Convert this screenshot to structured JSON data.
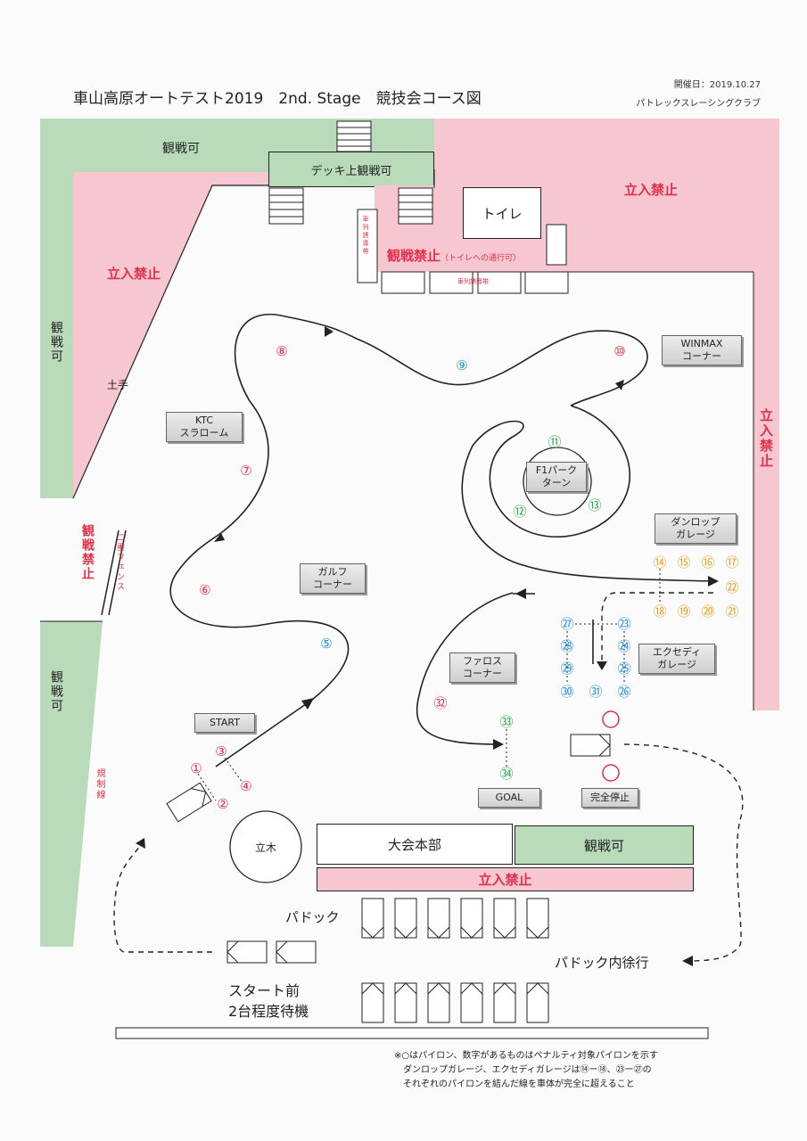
{
  "header": {
    "title": "車山高原オートテスト2019　2nd. Stage　競技会コース図",
    "date": "開催日：2019.10.27",
    "organizer": "パトレックスレーシングクラブ"
  },
  "zones": {
    "spectate_top": "観戦可",
    "deck": "デッキ上観戦可",
    "toilet": "トイレ",
    "no_entry_top_right": "立入禁止",
    "no_entry_left": "立入禁止",
    "spectate_left_top": "観戦可",
    "embankment": "土手",
    "no_spectate_top": "観戦禁止",
    "toilet_passage": "（トイレへの通行可）",
    "rope_vertical": "車列誘導帯",
    "rope_horizontal": "車列誘導帯",
    "no_entry_right": "立入禁止",
    "no_spectate_left": "観戦禁止",
    "double_fence": "二重フェンス",
    "spectate_left_bottom": "観戦可",
    "regulation_line": "規制線",
    "tree": "立木",
    "hq": "大会本部",
    "spectate_bottom": "観戦可",
    "no_entry_bottom": "立入禁止",
    "paddock": "パドック",
    "paddock_slow": "パドック内徐行",
    "waiting_line1": "スタート前",
    "waiting_line2": "2台程度待機"
  },
  "signs": {
    "ktc": [
      "KTC",
      "スラローム"
    ],
    "winmax": [
      "WINMAX",
      "コーナー"
    ],
    "f1": [
      "F1パーク",
      "ターン"
    ],
    "dunlop": [
      "ダンロップ",
      "ガレージ"
    ],
    "gulf": [
      "ガルフ",
      "コーナー"
    ],
    "pharos": [
      "ファロス",
      "コーナー"
    ],
    "exedy": [
      "エクセディ",
      "ガレージ"
    ],
    "start": "START",
    "goal": "GOAL",
    "full_stop": "完全停止"
  },
  "pylons": [
    {
      "n": "①",
      "c": "red"
    },
    {
      "n": "②",
      "c": "red"
    },
    {
      "n": "③",
      "c": "red"
    },
    {
      "n": "④",
      "c": "red"
    },
    {
      "n": "⑤",
      "c": "blue"
    },
    {
      "n": "⑥",
      "c": "red"
    },
    {
      "n": "⑦",
      "c": "red"
    },
    {
      "n": "⑧",
      "c": "red"
    },
    {
      "n": "⑨",
      "c": "blue"
    },
    {
      "n": "⑩",
      "c": "red"
    },
    {
      "n": "⑪",
      "c": "green"
    },
    {
      "n": "⑫",
      "c": "green"
    },
    {
      "n": "⑬",
      "c": "green"
    },
    {
      "n": "⑭",
      "c": "orange"
    },
    {
      "n": "⑮",
      "c": "orange"
    },
    {
      "n": "⑯",
      "c": "orange"
    },
    {
      "n": "⑰",
      "c": "orange"
    },
    {
      "n": "⑱",
      "c": "orange"
    },
    {
      "n": "⑲",
      "c": "orange"
    },
    {
      "n": "⑳",
      "c": "orange"
    },
    {
      "n": "㉑",
      "c": "orange"
    },
    {
      "n": "㉒",
      "c": "orange"
    },
    {
      "n": "㉓",
      "c": "blue"
    },
    {
      "n": "㉔",
      "c": "blue"
    },
    {
      "n": "㉕",
      "c": "blue"
    },
    {
      "n": "㉖",
      "c": "blue"
    },
    {
      "n": "㉗",
      "c": "blue"
    },
    {
      "n": "㉘",
      "c": "blue"
    },
    {
      "n": "㉙",
      "c": "blue"
    },
    {
      "n": "㉚",
      "c": "blue"
    },
    {
      "n": "㉛",
      "c": "blue"
    },
    {
      "n": "㉜",
      "c": "red"
    },
    {
      "n": "㉝",
      "c": "green"
    },
    {
      "n": "㉞",
      "c": "green"
    }
  ],
  "colors": {
    "red": "#e0304a",
    "blue": "#1e90d8",
    "green": "#2aa84a",
    "orange": "#e8a020",
    "zone_green": "#b9dbb9",
    "zone_pink": "#f6c7d0"
  },
  "notes": [
    "※○はパイロン、数字があるものはペナルティ対象パイロンを示す",
    "ダンロップガレージ、エクセディガレージは⑭ー⑱、㉓ー㉗の",
    "それぞれのパイロンを結んだ線を車体が完全に超えること"
  ]
}
